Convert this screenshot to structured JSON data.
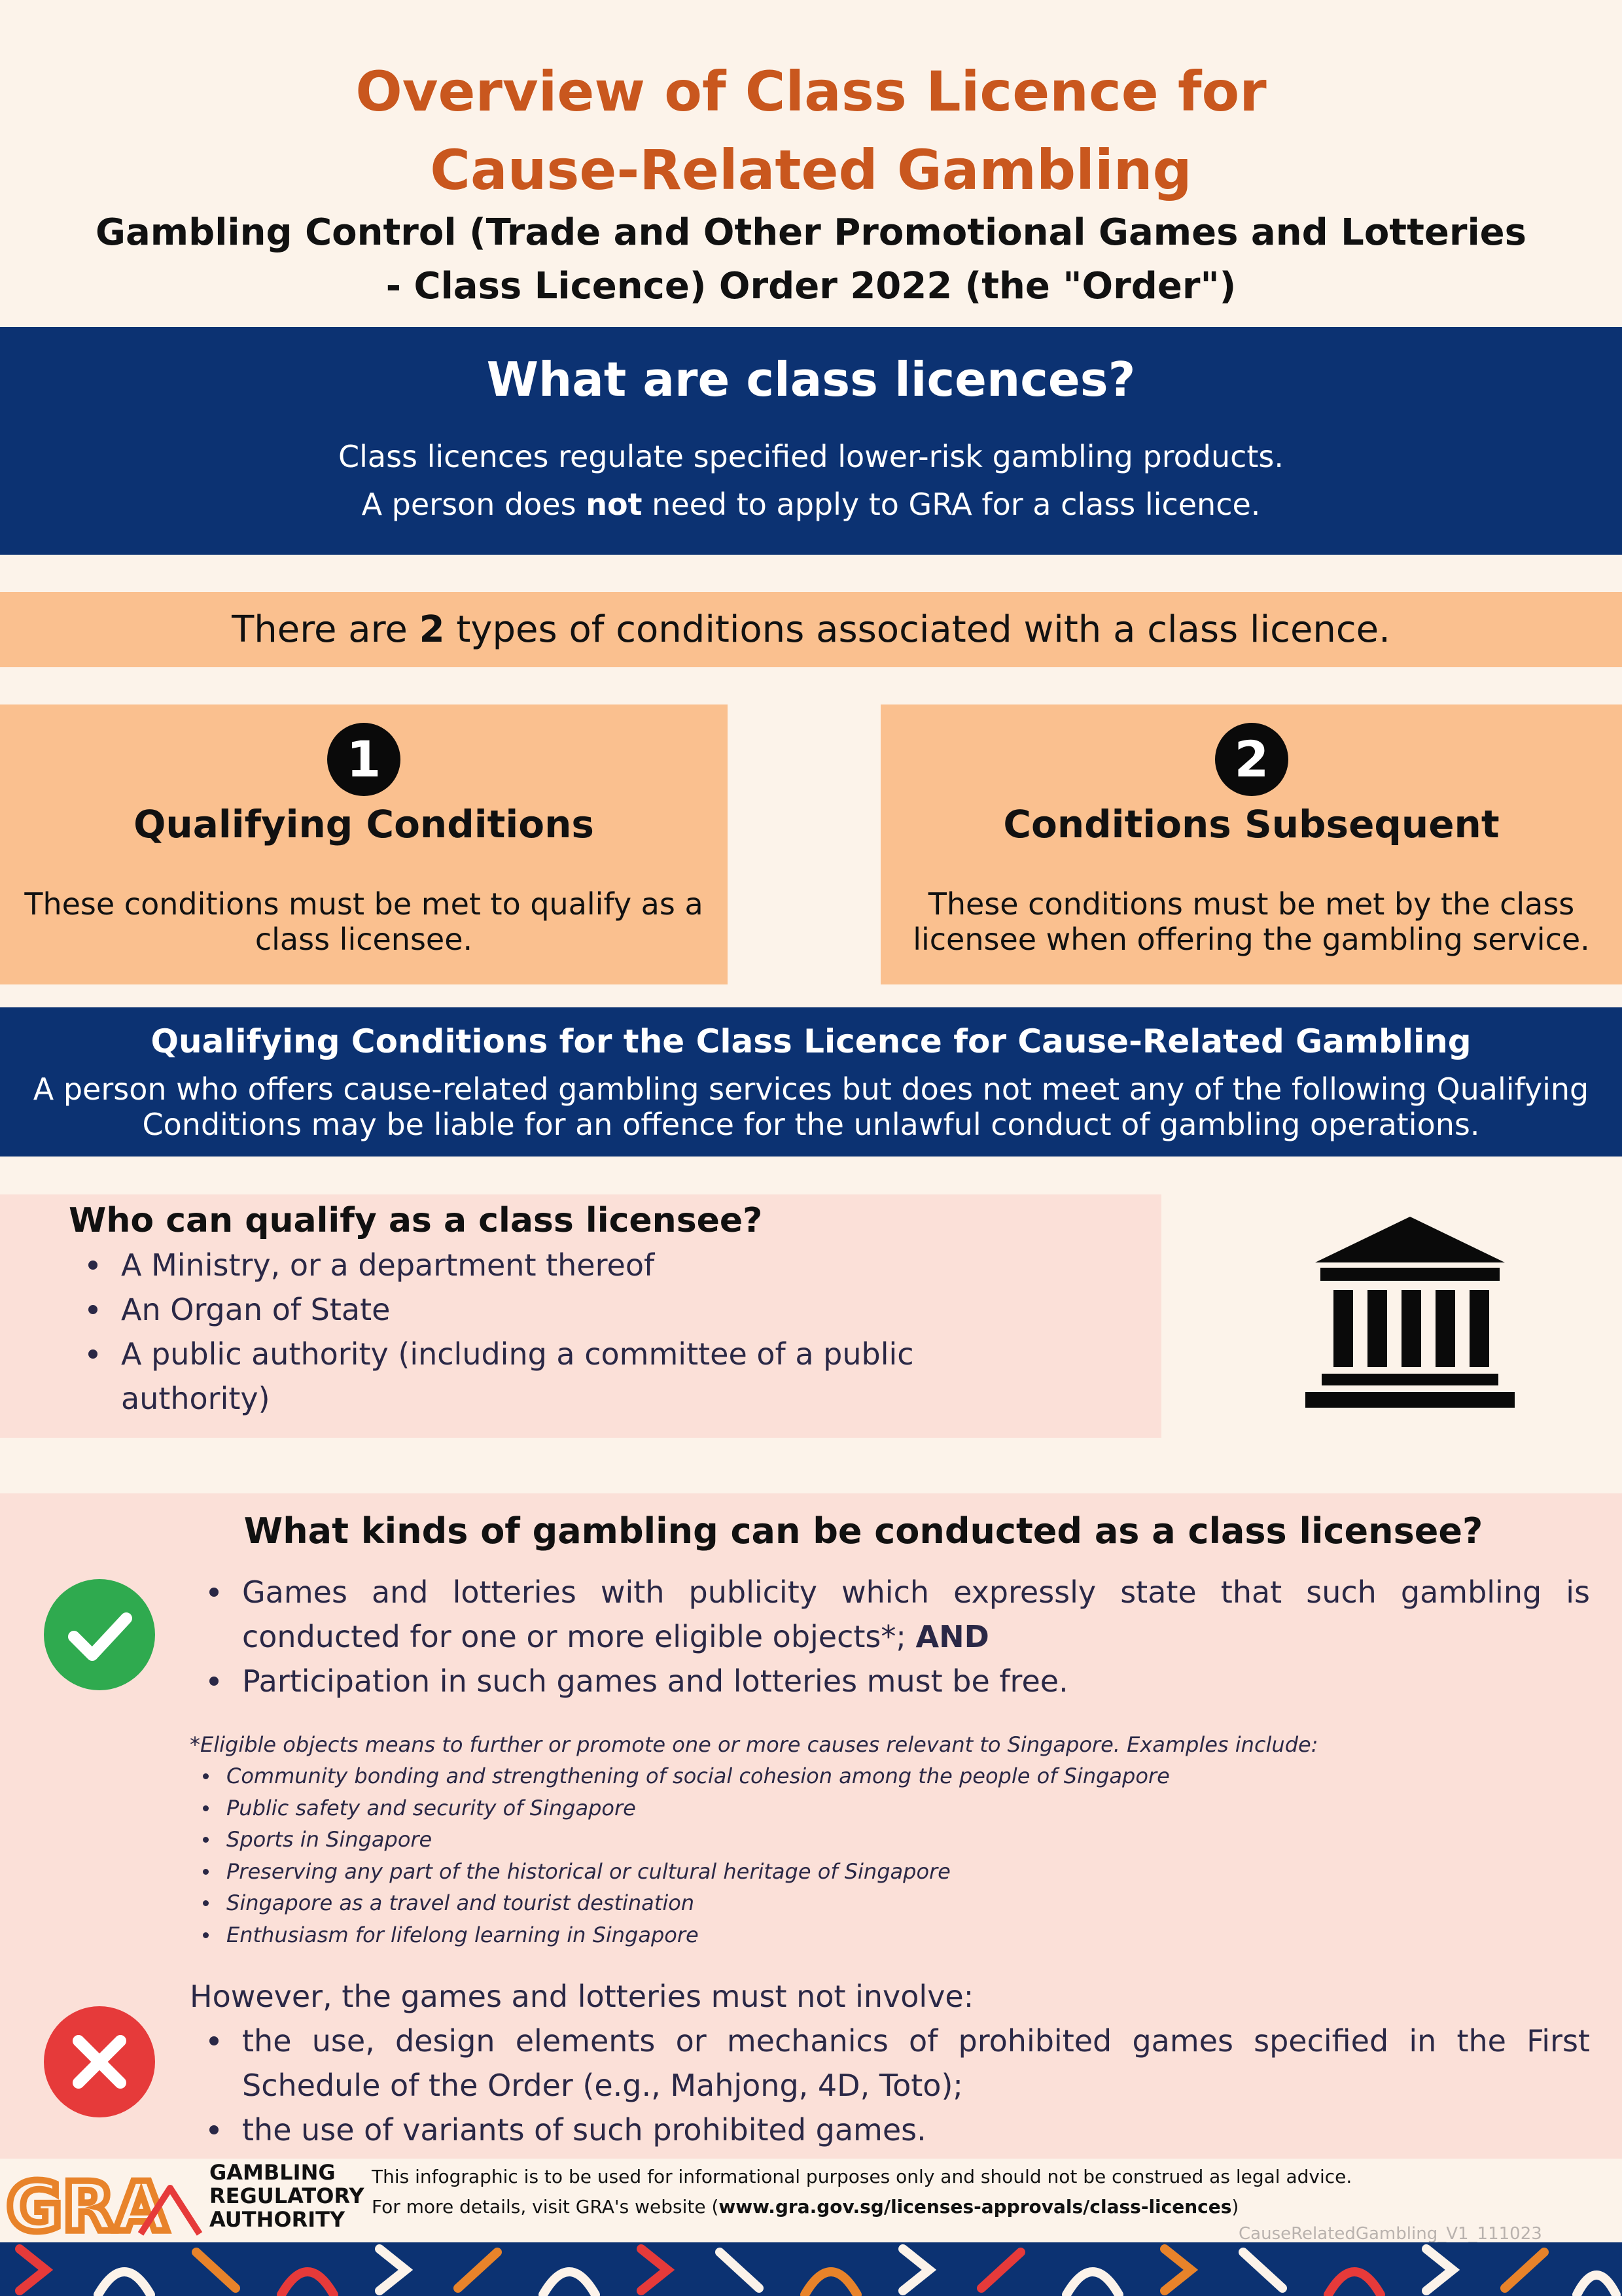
{
  "header": {
    "title_line1": "Overview of Class Licence for",
    "title_line2": "Cause-Related Gambling",
    "subtitle_line1": "Gambling Control (Trade and Other Promotional Games and Lotteries",
    "subtitle_line2": "- Class Licence) Order 2022 (the \"Order\")"
  },
  "what": {
    "title": "What are class licences?",
    "line1": "Class licences regulate specified lower-risk gambling products.",
    "line2_pre": "A person does ",
    "line2_bold": "not",
    "line2_post": " need to apply to GRA for a class licence."
  },
  "types": {
    "pre": "There are ",
    "bold": "2",
    "post": " types of conditions associated with a class licence."
  },
  "cards": [
    {
      "number": "1",
      "title": "Qualifying Conditions",
      "desc_line1": "These conditions must be met to qualify as a",
      "desc_line2": "class licensee."
    },
    {
      "number": "2",
      "title": "Conditions Subsequent",
      "desc_line1": "These conditions must be met by the class",
      "desc_line2": "licensee when offering the gambling service."
    }
  ],
  "qualifying": {
    "title": "Qualifying Conditions for the Class Licence for Cause-Related Gambling",
    "desc_line1": "A person who offers cause-related gambling services but does not meet any of the following Qualifying",
    "desc_line2": "Conditions may be liable for an offence for the unlawful conduct of gambling operations."
  },
  "who": {
    "title": "Who can qualify as a class licensee?",
    "items": [
      "A Ministry, or a department thereof",
      "An Organ of State",
      "A public authority (including a committee of a public authority)"
    ]
  },
  "kinds": {
    "title": "What kinds of gambling can be conducted as a class licensee?",
    "item1_text": "Games and lotteries with publicity which expressly state that such gambling is conducted for one or more eligible objects*; ",
    "item1_bold": "AND",
    "item2": "Participation in such games and lotteries must be free.",
    "eligible_head": "*Eligible objects means to further or promote one or more causes relevant to Singapore. Examples include:",
    "eligible_items": [
      "Community bonding and strengthening of social cohesion among the people of Singapore",
      "Public safety and security of Singapore",
      "Sports in Singapore",
      "Preserving any part of the historical or cultural heritage of Singapore",
      "Singapore as a travel and tourist destination",
      "Enthusiasm for lifelong learning in Singapore"
    ],
    "however_head": "However, the games and lotteries must not involve:",
    "however_items": [
      "the use, design elements or mechanics of prohibited games specified in the First Schedule of the Order (e.g., Mahjong, 4D, Toto);",
      "the use of variants of such prohibited games."
    ]
  },
  "footer": {
    "logo_text": "GRA",
    "org_line1": "GAMBLING",
    "org_line2": "REGULATORY",
    "org_line3": "AUTHORITY",
    "disclaimer": "This infographic is to be used for informational purposes only and should not be construed as legal advice.",
    "more_pre": "For more details, visit GRA's website (",
    "more_link": "www.gra.gov.sg/licenses-approvals/class-licences",
    "more_post": ")",
    "version": "CauseRelatedGambling_V1_111023"
  },
  "colors": {
    "title_orange": "#c9571e",
    "navy": "#0c3272",
    "peach": "#fac08f",
    "pink": "#fbe0d8",
    "cream": "#fcf3ea",
    "check_green": "#2faa4f",
    "cross_red": "#e63a3a"
  },
  "icons": [
    "building-icon",
    "check-circle-icon",
    "cross-circle-icon",
    "gra-logo-icon"
  ]
}
